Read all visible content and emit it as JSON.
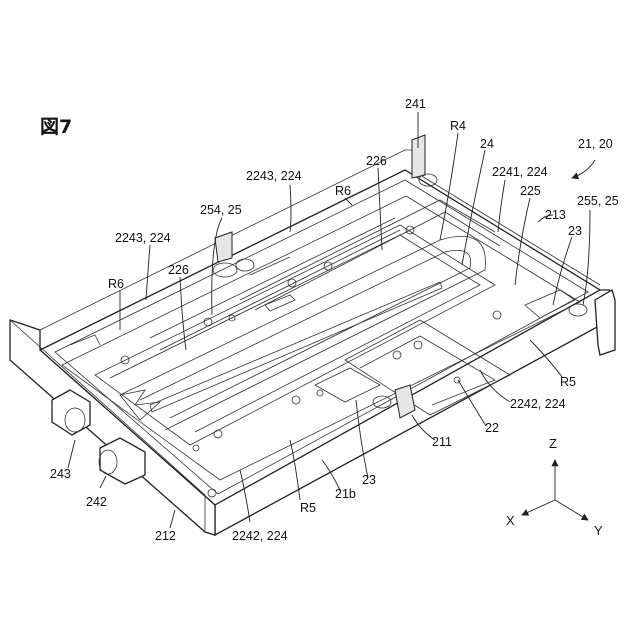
{
  "figure": {
    "title": "図7"
  },
  "labels": {
    "l241": "241",
    "r4": "R4",
    "l24": "24",
    "l21_20": "21, 20",
    "l226_top": "226",
    "l2243_224_top": "2243, 224",
    "r6_top": "R6",
    "l2241_224": "2241, 224",
    "l225": "225",
    "l254_25": "254, 25",
    "l255_25": "255, 25",
    "l213": "213",
    "l23_right": "23",
    "l2243_224_left": "2243, 224",
    "r6_left": "R6",
    "l226_left": "226",
    "r5_right": "R5",
    "l2242_224_right": "2242, 224",
    "l22": "22",
    "l211": "211",
    "l243": "243",
    "l242": "242",
    "l23_bottom": "23",
    "l21b": "21b",
    "r5_bottom": "R5",
    "l212": "212",
    "l2242_224_bottom": "2242, 224"
  },
  "axes": {
    "z": "Z",
    "x": "X",
    "y": "Y"
  }
}
